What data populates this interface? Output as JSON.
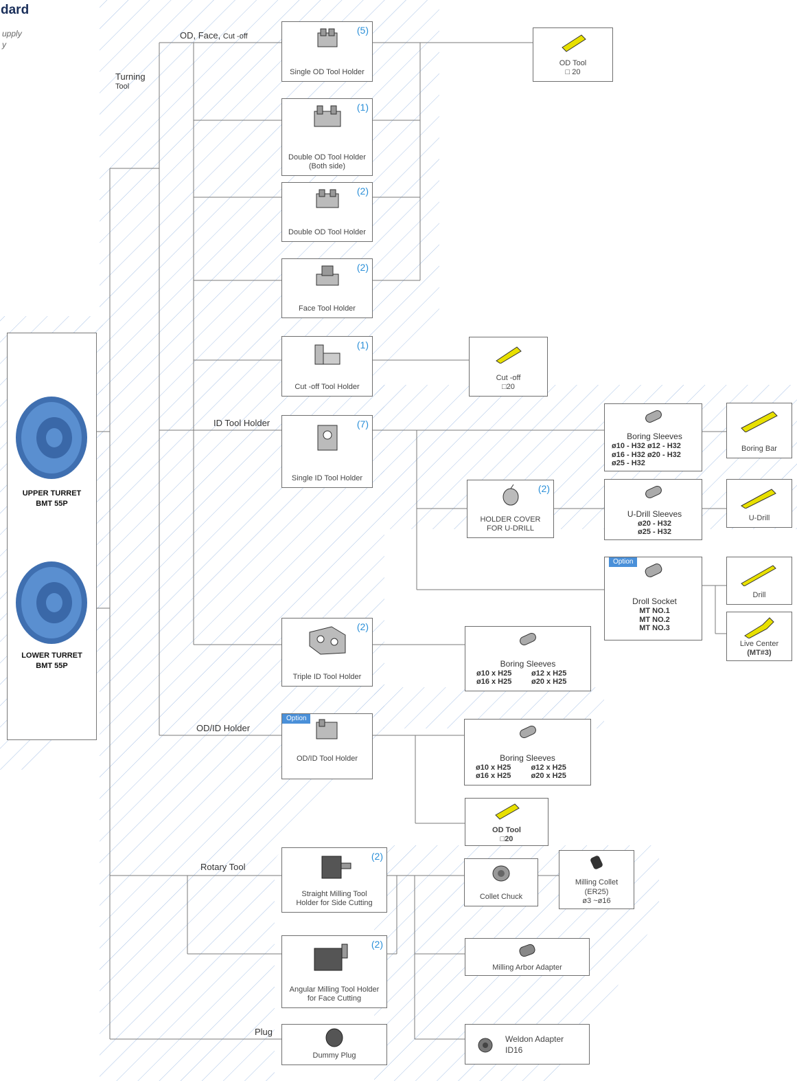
{
  "header": {
    "title": "dard",
    "line1": "upply",
    "line2": "y"
  },
  "turrets": {
    "upper": {
      "line1": "UPPER TURRET",
      "line2": "BMT 55P"
    },
    "lower": {
      "line1": "LOWER TURRET",
      "line2": "BMT 55P"
    }
  },
  "branch_labels": {
    "turning_tool": {
      "line1": "Turning",
      "line2": "Tool"
    },
    "od_face": "OD, Face,",
    "cut_off": "Cut -off",
    "id_tool_holder": "ID Tool Holder",
    "od_id_holder": "OD/ID Holder",
    "rotary_tool": "Rotary Tool",
    "plug": "Plug"
  },
  "holders": {
    "single_od": {
      "label": "Single OD Tool Holder",
      "count": "(5)"
    },
    "double_od_both": {
      "label1": "Double OD Tool Holder",
      "label2": "(Both side)",
      "count": "(1)"
    },
    "double_od": {
      "label": "Double OD Tool Holder",
      "count": "(2)"
    },
    "face": {
      "label": "Face Tool Holder",
      "count": "(2)"
    },
    "cutoff_holder": {
      "label": "Cut -off Tool Holder",
      "count": "(1)"
    },
    "single_id": {
      "label": "Single ID Tool Holder",
      "count": "(7)"
    },
    "triple_id": {
      "label": "Triple ID Tool Holder",
      "count": "(2)"
    },
    "odid_holder": {
      "label": "OD/ID Tool Holder",
      "option": "Option"
    },
    "straight_milling": {
      "label1": "Straight Milling Tool",
      "label2": "Holder for Side Cutting",
      "count": "(2)"
    },
    "angular_milling": {
      "label1": "Angular Milling Tool Holder",
      "label2": "for Face Cutting",
      "count": "(2)"
    },
    "dummy_plug": {
      "label": "Dummy Plug"
    }
  },
  "tools": {
    "od_tool_top": {
      "label": "OD Tool",
      "size": "□ 20"
    },
    "cutoff_tool": {
      "label": "Cut -off",
      "size": "□20"
    },
    "boring_sleeves_h32": {
      "title": "Boring Sleeves",
      "lines": [
        "ø10 - H32  ø12 - H32",
        "ø16 - H32  ø20 - H32",
        "ø25 - H32"
      ]
    },
    "boring_bar": {
      "label": "Boring Bar"
    },
    "holder_cover": {
      "label1": "HOLDER COVER",
      "label2": "FOR U-DRILL",
      "count": "(2)"
    },
    "udrill_sleeves": {
      "title": "U-Drill Sleeves",
      "lines": [
        "ø20 - H32",
        "ø25 - H32"
      ]
    },
    "udrill": {
      "label": "U-Drill"
    },
    "droll_socket": {
      "title": "Droll Socket",
      "lines": [
        "MT NO.1",
        "MT NO.2",
        "MT NO.3"
      ],
      "option": "Option"
    },
    "drill": {
      "label": "Drill"
    },
    "live_center": {
      "label1": "Live Center",
      "label2": "(MT#3)"
    },
    "boring_sleeves_h25_a": {
      "title": "Boring Sleeves",
      "cells": [
        "ø10 x H25",
        "ø12 x H25",
        "ø16 x H25",
        "ø20 x H25"
      ]
    },
    "boring_sleeves_h25_b": {
      "title": "Boring Sleeves",
      "cells": [
        "ø10 x H25",
        "ø12 x H25",
        "ø16 x H25",
        "ø20 x H25"
      ]
    },
    "od_tool_bottom": {
      "label": "OD Tool",
      "size": "□20"
    },
    "collet_chuck": {
      "label": "Collet Chuck"
    },
    "milling_collet": {
      "label1": "Milling Collet",
      "label2": "(ER25)",
      "range": "ø3 ~ø16"
    },
    "milling_arbor": {
      "label": "Milling Arbor Adapter"
    },
    "weldon": {
      "label1": "Weldon Adapter",
      "label2": "ID16"
    }
  },
  "colors": {
    "accent_blue": "#2a8fd8",
    "option_blue": "#4a90d9",
    "tool_yellow": "#e8e000",
    "turret_blue": "#4a7fc0",
    "hatch": "#9dbbe0",
    "line": "#777777"
  }
}
